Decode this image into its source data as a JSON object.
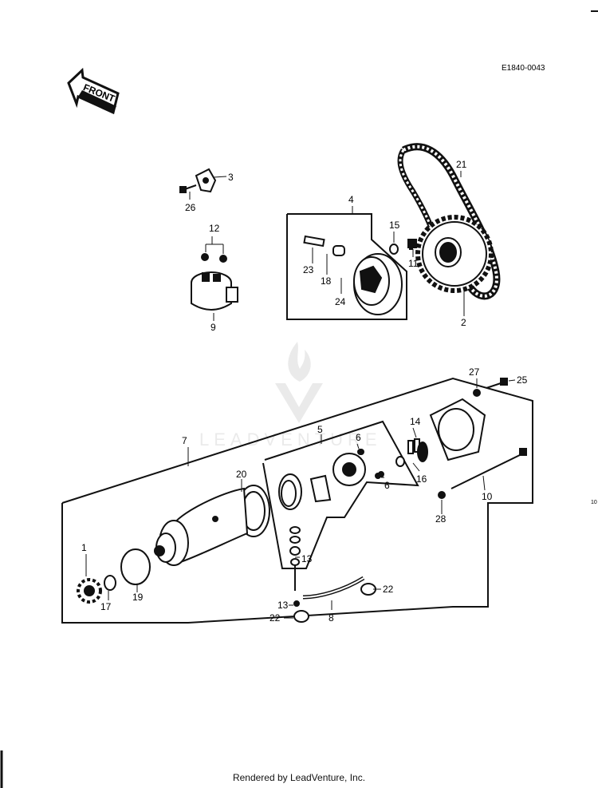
{
  "diagram_code": "E1840-0043",
  "front_label": "FRONT",
  "watermark": "LEADVENTURE",
  "footer": "Rendered by LeadVenture, Inc.",
  "edge_mark": "10",
  "callouts": {
    "c1": "1",
    "c2": "2",
    "c3": "3",
    "c4": "4",
    "c5": "5",
    "c6a": "6",
    "c6b": "6",
    "c7": "7",
    "c8": "8",
    "c9": "9",
    "c10": "10",
    "c11": "11",
    "c12": "12",
    "c13a": "13",
    "c13b": "13",
    "c14": "14",
    "c15": "15",
    "c16": "16",
    "c17": "17",
    "c18": "18",
    "c19": "19",
    "c20": "20",
    "c21": "21",
    "c22a": "22",
    "c22b": "22",
    "c23": "23",
    "c24": "24",
    "c25": "25",
    "c26": "26",
    "c27": "27",
    "c28": "28"
  }
}
